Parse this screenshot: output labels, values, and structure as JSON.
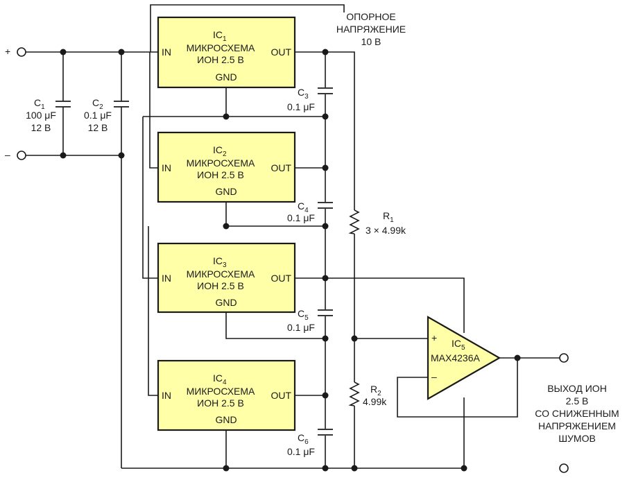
{
  "supply": {
    "plus": "+",
    "minus": "–"
  },
  "reference": {
    "line1": "ОПОРНОЕ",
    "line2": "НАПРЯЖЕНИЕ",
    "line3": "10 В"
  },
  "output": {
    "line1": "ВЫХОД ИОН",
    "line2": "2.5 В",
    "line3": "СО СНИЖЕННЫМ",
    "line4": "НАПРЯЖЕНИЕМ",
    "line5": "ШУМОВ"
  },
  "ics": [
    {
      "ref": "IC",
      "sub": "1",
      "line1": "МИКРОСХЕМА",
      "line2": "ИОН 2.5 В",
      "in": "IN",
      "out": "OUT",
      "gnd": "GND"
    },
    {
      "ref": "IC",
      "sub": "2",
      "line1": "МИКРОСХЕМА",
      "line2": "ИОН 2.5 В",
      "in": "IN",
      "out": "OUT",
      "gnd": "GND"
    },
    {
      "ref": "IC",
      "sub": "3",
      "line1": "МИКРОСХЕМА",
      "line2": "ИОН 2.5 В",
      "in": "IN",
      "out": "OUT",
      "gnd": "GND"
    },
    {
      "ref": "IC",
      "sub": "4",
      "line1": "МИКРОСХЕМА",
      "line2": "ИОН 2.5 В",
      "in": "IN",
      "out": "OUT",
      "gnd": "GND"
    }
  ],
  "caps": [
    {
      "ref": "C",
      "sub": "1",
      "value": "100 μF",
      "voltage": "12 В"
    },
    {
      "ref": "C",
      "sub": "2",
      "value": "0.1 μF",
      "voltage": "12 В"
    },
    {
      "ref": "C",
      "sub": "3",
      "value": "0.1 μF"
    },
    {
      "ref": "C",
      "sub": "4",
      "value": "0.1 μF"
    },
    {
      "ref": "C",
      "sub": "5",
      "value": "0.1 μF"
    },
    {
      "ref": "C",
      "sub": "6",
      "value": "0.1 μF"
    }
  ],
  "resistors": [
    {
      "ref": "R",
      "sub": "1",
      "value": "3 × 4.99k"
    },
    {
      "ref": "R",
      "sub": "2",
      "value": "4.99k"
    }
  ],
  "opamp": {
    "ref": "IC",
    "sub": "5",
    "part": "MAX4236A",
    "plus": "+",
    "minus": "–"
  }
}
